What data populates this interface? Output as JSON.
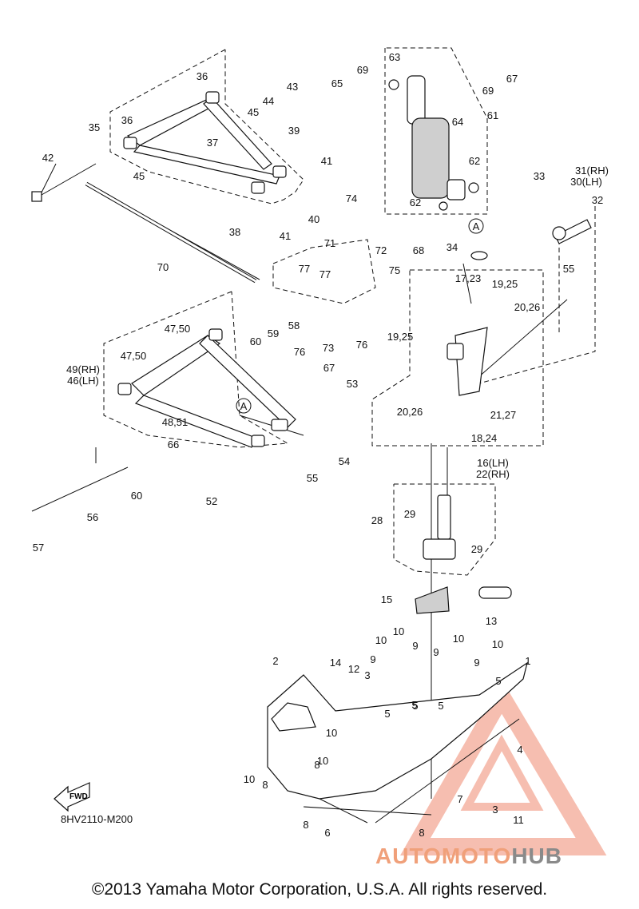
{
  "labels": [
    "1",
    "2",
    "3",
    "3",
    "4",
    "5",
    "5",
    "5",
    "5",
    "5",
    "6",
    "7",
    "8",
    "8",
    "8",
    "8",
    "9",
    "9",
    "9",
    "9",
    "10",
    "10",
    "10",
    "10",
    "10",
    "10",
    "10",
    "11",
    "12",
    "13",
    "14",
    "15",
    "16(LH)",
    "22(RH)",
    "17,23",
    "18,24",
    "19,25",
    "19,25",
    "20,26",
    "20,26",
    "21,27",
    "28",
    "29",
    "29",
    "31(RH)",
    "30(LH)",
    "32",
    "33",
    "34",
    "35",
    "36",
    "36",
    "37",
    "38",
    "39",
    "40",
    "41",
    "41",
    "42",
    "43",
    "44",
    "45",
    "45",
    "47,50",
    "47,50",
    "49(RH)",
    "46(LH)",
    "48,51",
    "52",
    "53",
    "54",
    "55",
    "55",
    "56",
    "57",
    "58",
    "59",
    "60",
    "60",
    "61",
    "62",
    "62",
    "63",
    "64",
    "65",
    "66",
    "67",
    "67",
    "68",
    "69",
    "69",
    "70",
    "71",
    "72",
    "73",
    "74",
    "75",
    "76",
    "76",
    "77",
    "77",
    "A",
    "A"
  ],
  "diagram_code": "8HV2110-M200",
  "fwd_label": "FWD",
  "brand": {
    "part1": "AUTOMOTO",
    "part2": "HUB",
    "color1": "#f0a07a",
    "color2": "#8a8a8a"
  },
  "copyright": "©2013 Yamaha Motor Corporation, U.S.A. All rights reserved."
}
